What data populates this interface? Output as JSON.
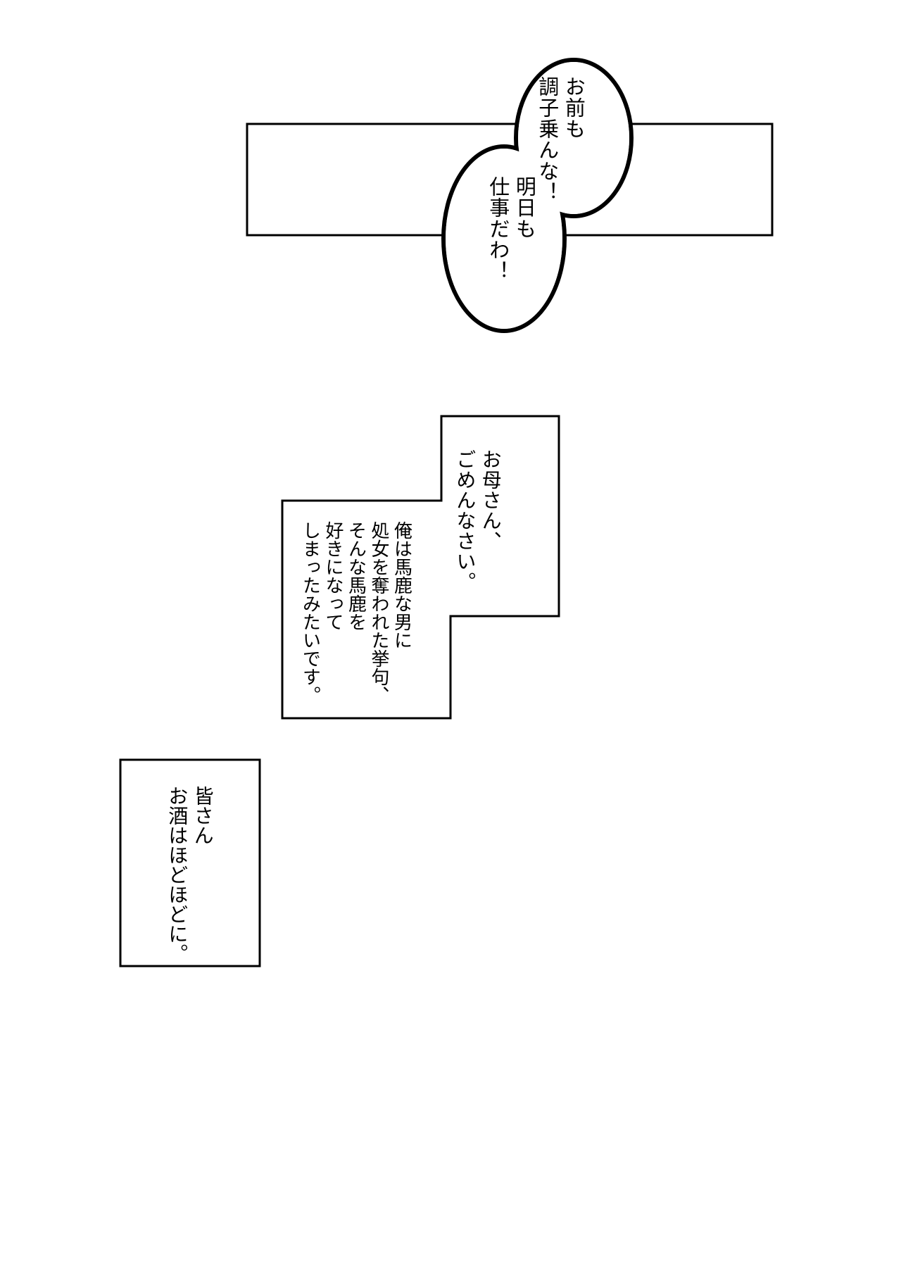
{
  "page": {
    "bg_color": "#ffffff",
    "line_color": "#000000"
  },
  "speech": {
    "bubble_top": "お前も\n調子乗んな！",
    "bubble_bottom": "明日も\n仕事だわ！",
    "caption_mother": "お母さん、\nごめんなさい。",
    "caption_confession": "俺は馬鹿な男に\n処女を奪われた挙句、\nそんな馬鹿を\n好きになって\nしまったみたいです。",
    "caption_sake": "皆さん\nお酒はほどほどに。"
  }
}
